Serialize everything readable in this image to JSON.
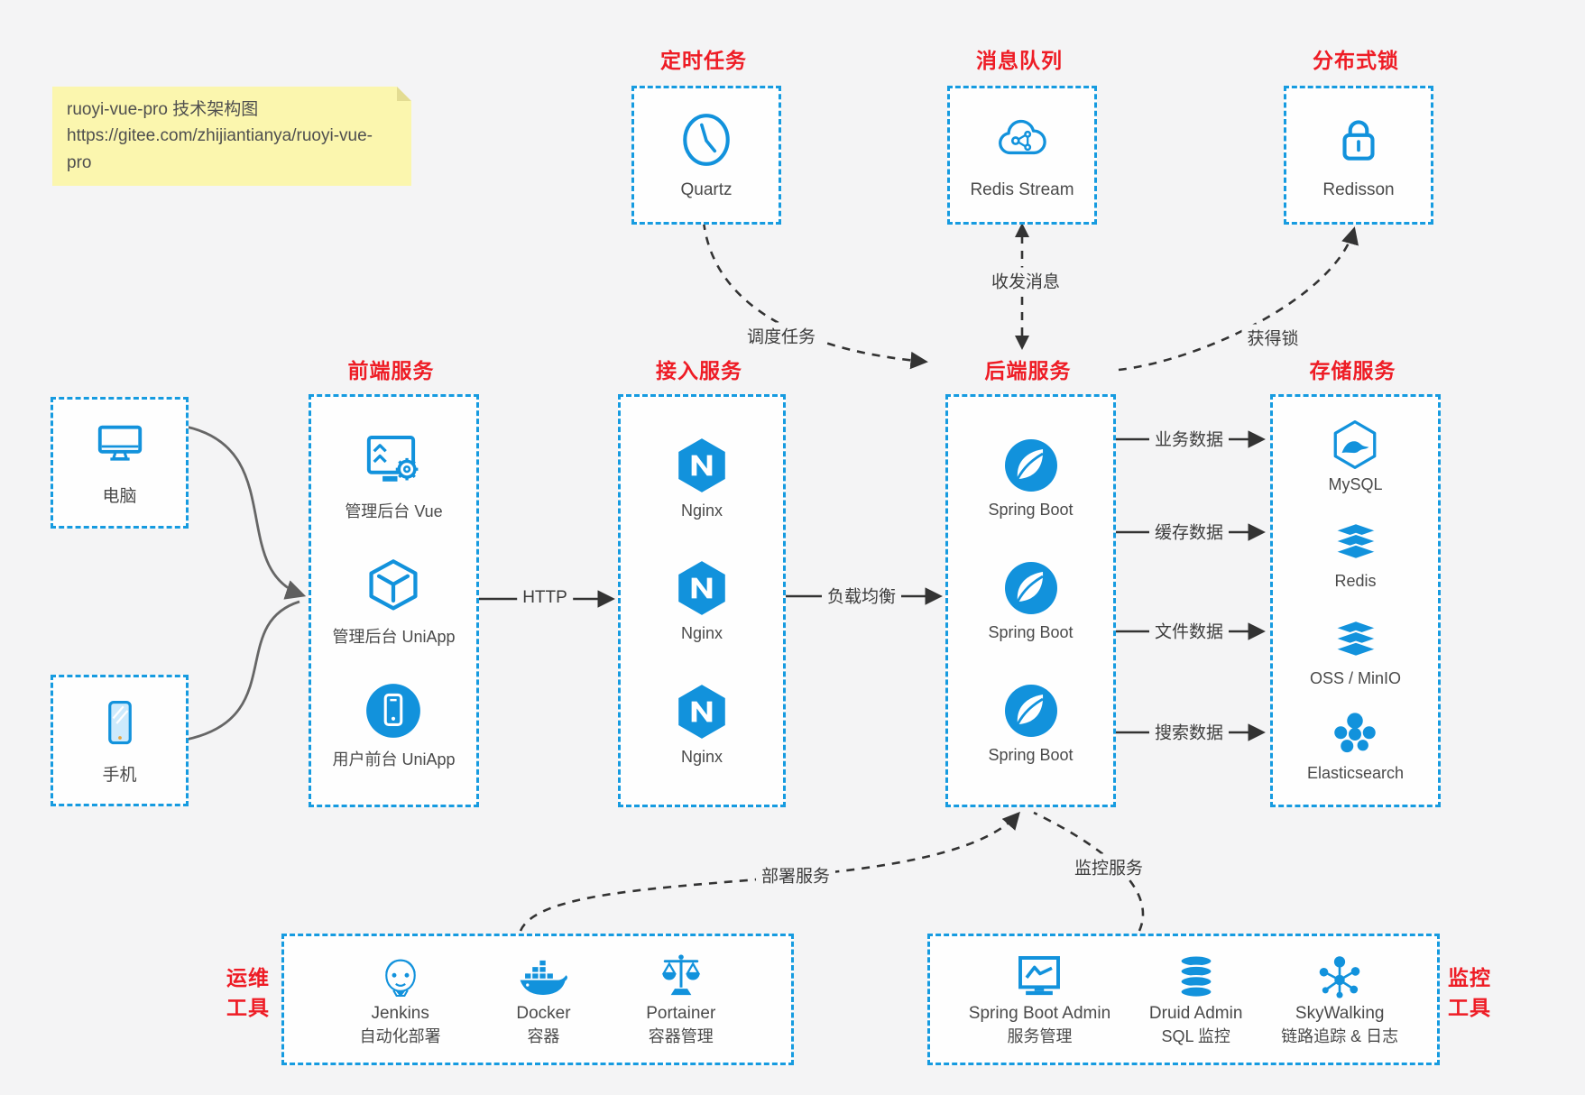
{
  "note": {
    "line1": "ruoyi-vue-pro 技术架构图",
    "line2": "https://gitee.com/zhijiantianya/ruoyi-vue-pro"
  },
  "top_services": [
    {
      "title": "定时任务",
      "node": "Quartz",
      "icon": "clock-icon"
    },
    {
      "title": "消息队列",
      "node": "Redis Stream",
      "icon": "cloud-network-icon"
    },
    {
      "title": "分布式锁",
      "node": "Redisson",
      "icon": "lock-icon"
    }
  ],
  "clients": [
    {
      "label": "电脑",
      "icon": "desktop-icon"
    },
    {
      "label": "手机",
      "icon": "smartphone-icon"
    }
  ],
  "columns": {
    "frontend": {
      "title": "前端服务",
      "items": [
        {
          "label": "管理后台 Vue",
          "icon": "admin-vue-icon"
        },
        {
          "label": "管理后台 UniApp",
          "icon": "uniapp-cube-icon"
        },
        {
          "label": "用户前台 UniApp",
          "icon": "uniapp-user-icon"
        }
      ]
    },
    "gateway": {
      "title": "接入服务",
      "items": [
        {
          "label": "Nginx",
          "icon": "nginx-icon"
        },
        {
          "label": "Nginx",
          "icon": "nginx-icon"
        },
        {
          "label": "Nginx",
          "icon": "nginx-icon"
        }
      ]
    },
    "backend": {
      "title": "后端服务",
      "items": [
        {
          "label": "Spring Boot",
          "icon": "spring-icon"
        },
        {
          "label": "Spring Boot",
          "icon": "spring-icon"
        },
        {
          "label": "Spring Boot",
          "icon": "spring-icon"
        }
      ]
    },
    "storage": {
      "title": "存储服务",
      "items": [
        {
          "label": "MySQL",
          "icon": "mysql-icon"
        },
        {
          "label": "Redis",
          "icon": "redis-stack-icon"
        },
        {
          "label": "OSS / MinIO",
          "icon": "storage-stack-icon"
        },
        {
          "label": "Elasticsearch",
          "icon": "elasticsearch-icon"
        }
      ]
    }
  },
  "edges": {
    "http": "HTTP",
    "load_balance": "负载均衡",
    "business_data": "业务数据",
    "cache_data": "缓存数据",
    "file_data": "文件数据",
    "search_data": "搜索数据",
    "schedule": "调度任务",
    "messaging": "收发消息",
    "lock": "获得锁",
    "deploy": "部署服务",
    "monitor": "监控服务"
  },
  "ops_tools": {
    "title_line1": "运维",
    "title_line2": "工具",
    "items": [
      {
        "name": "Jenkins",
        "desc": "自动化部署",
        "icon": "jenkins-icon"
      },
      {
        "name": "Docker",
        "desc": "容器",
        "icon": "docker-icon"
      },
      {
        "name": "Portainer",
        "desc": "容器管理",
        "icon": "portainer-icon"
      }
    ]
  },
  "monitor_tools": {
    "title_line1": "监控",
    "title_line2": "工具",
    "items": [
      {
        "name": "Spring Boot Admin",
        "desc": "服务管理",
        "icon": "admin-monitor-icon"
      },
      {
        "name": "Druid Admin",
        "desc": "SQL 监控",
        "icon": "database-icon"
      },
      {
        "name": "SkyWalking",
        "desc": "链路追踪 & 日志",
        "icon": "topology-icon"
      }
    ]
  },
  "colors": {
    "accent_blue": "#169be0",
    "icon_blue": "#1292dc",
    "title_red": "#ee1c25",
    "arrow_dark": "#333333",
    "client_arrow_gray": "#666666",
    "note_bg": "#fbf6ae",
    "canvas_bg": "#f4f4f5"
  }
}
